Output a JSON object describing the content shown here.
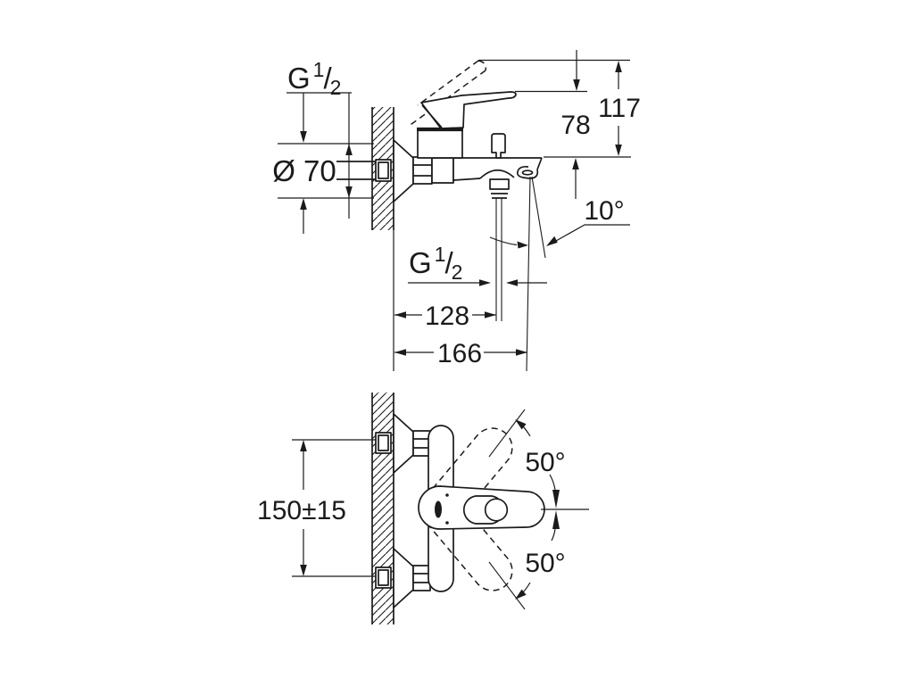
{
  "drawing": {
    "colors": {
      "line": "#1b1b1b",
      "background": "#ffffff"
    },
    "side_view": {
      "thread_wall": {
        "letter": "G",
        "numerator": "1",
        "slash": "/",
        "denominator": "2"
      },
      "escutcheon_diameter": "Ø 70",
      "handle_height_closed": "78",
      "handle_height_open": "117",
      "spout_angle": "10°",
      "thread_shower_outlet": {
        "letter": "G",
        "numerator": "1",
        "slash": "/",
        "denominator": "2"
      },
      "shower_outlet_reach": "128",
      "spout_reach": "166"
    },
    "front_view": {
      "connection_spacing": "150±15",
      "swivel_angle_up": "50°",
      "swivel_angle_down": "50°"
    }
  }
}
